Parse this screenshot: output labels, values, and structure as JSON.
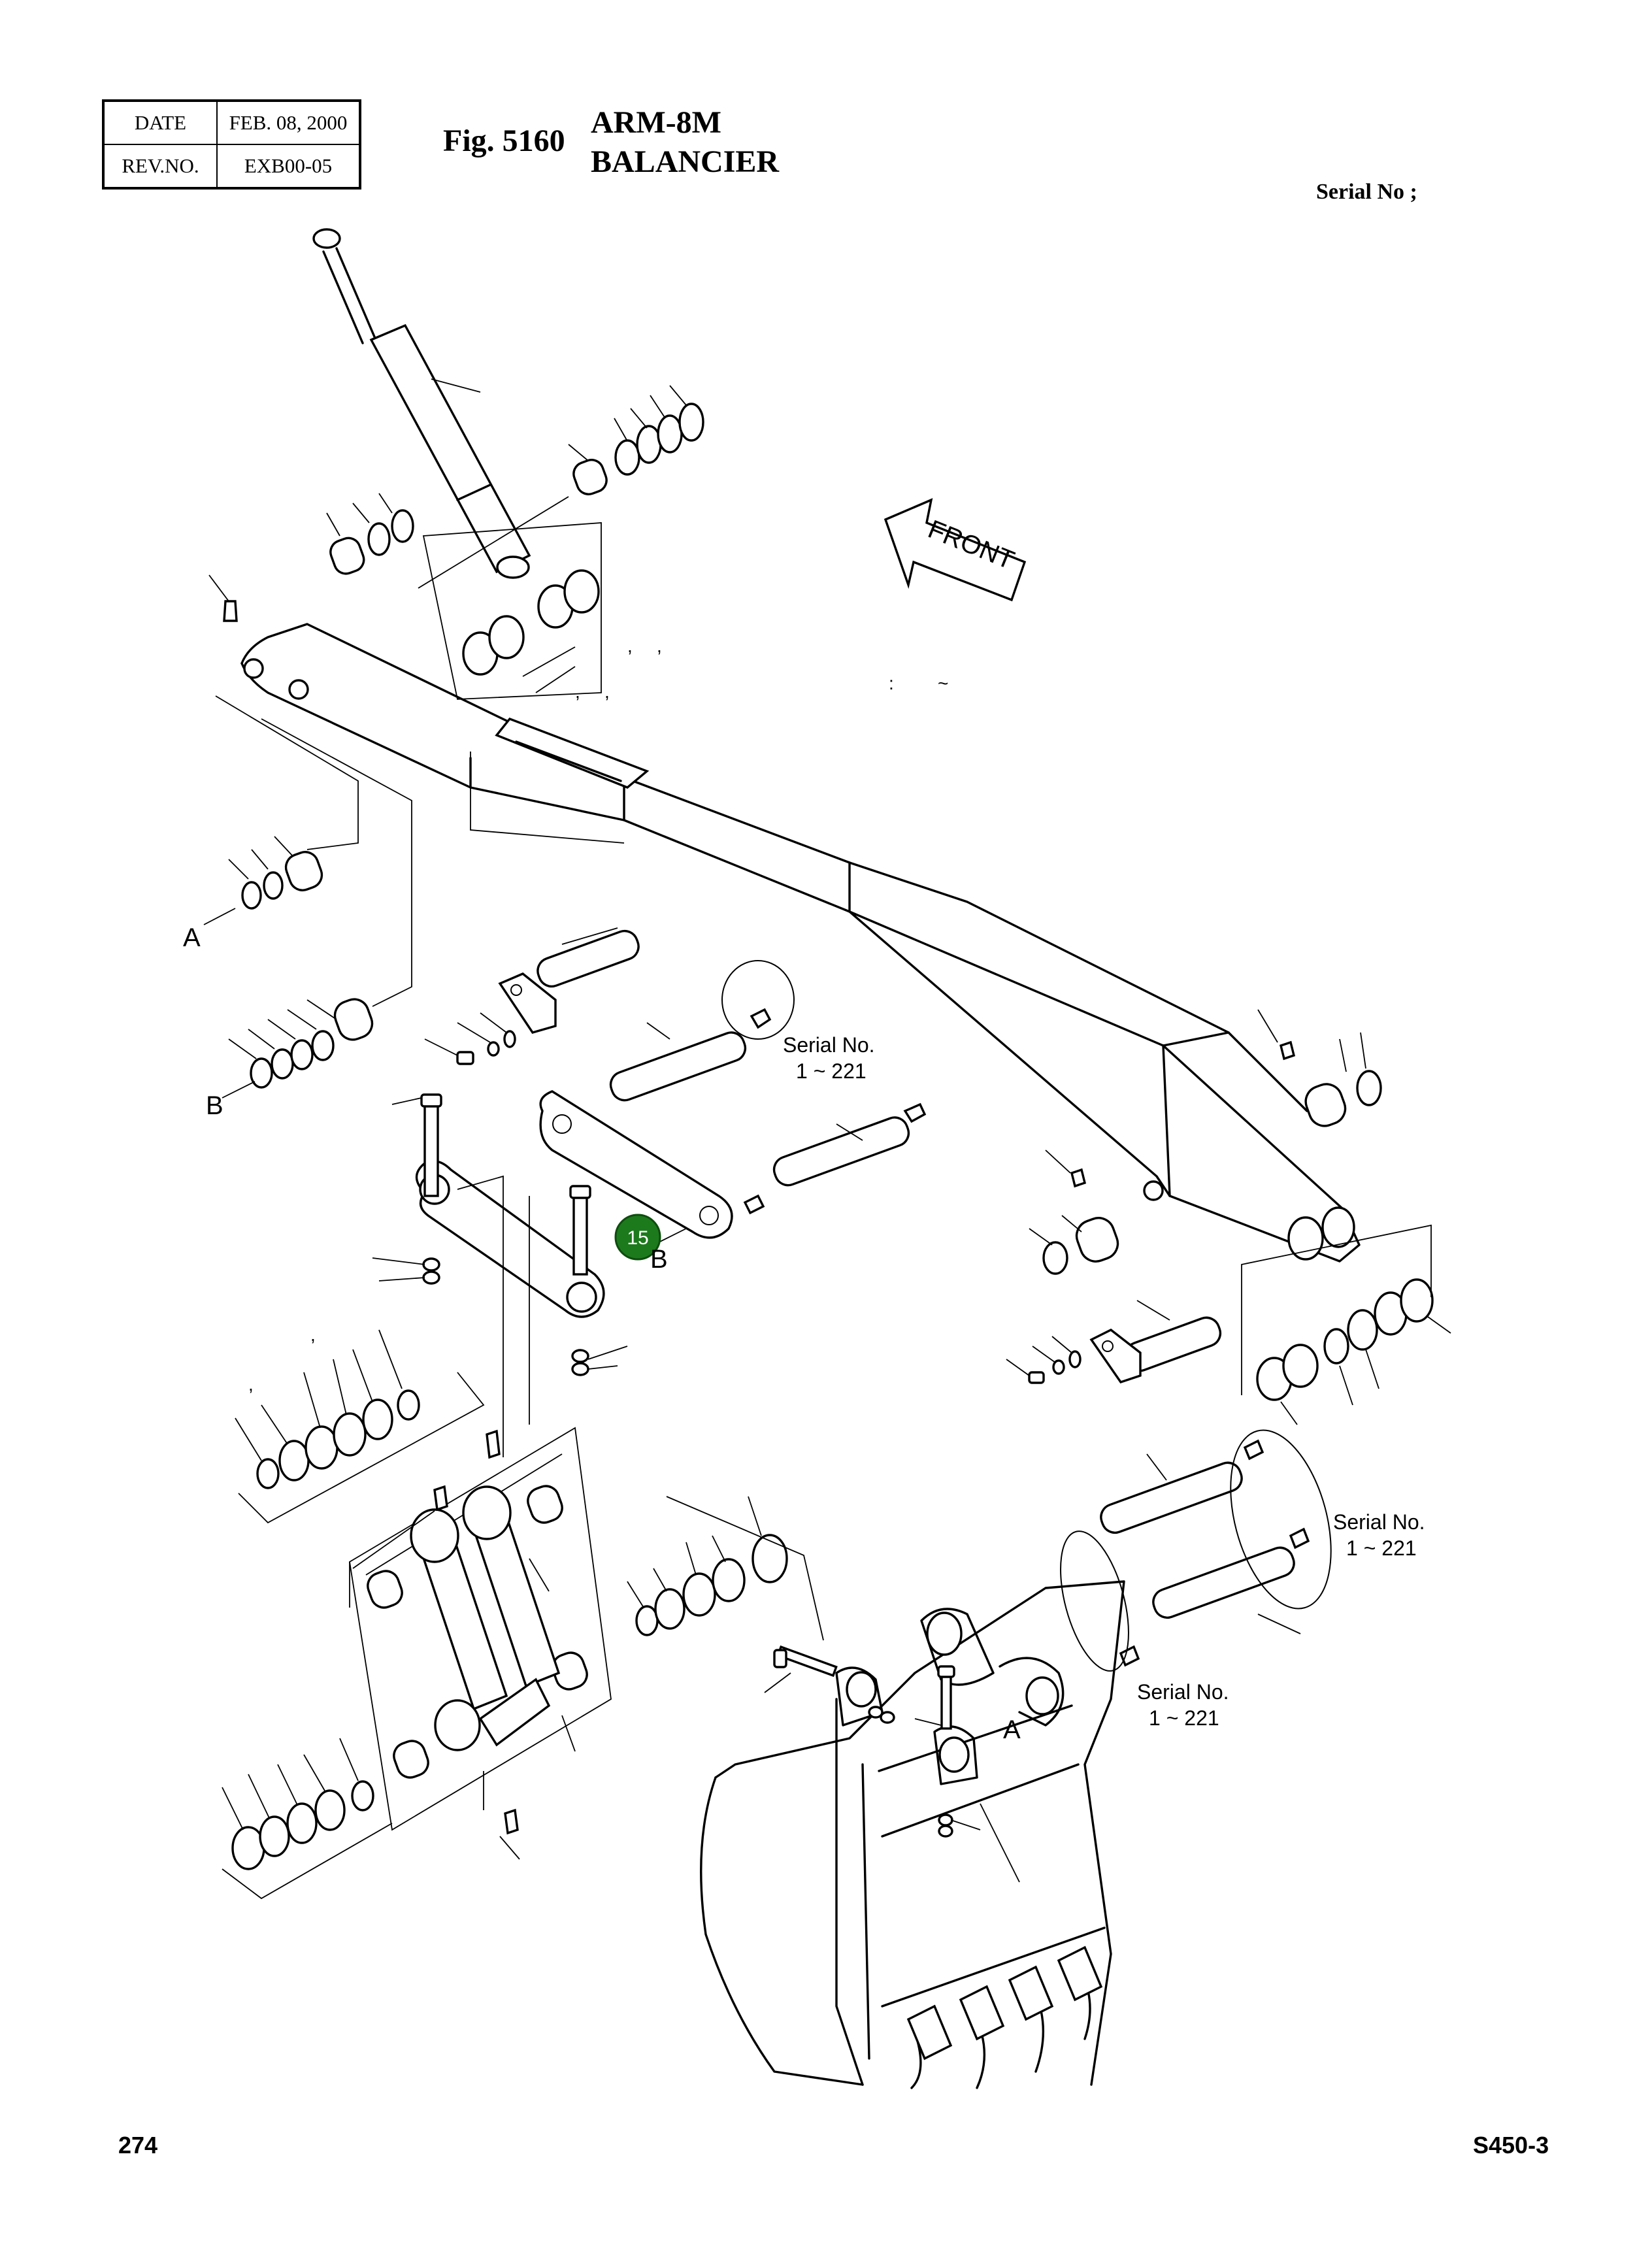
{
  "header": {
    "date_label": "DATE",
    "date_value": "FEB. 08, 2000",
    "rev_label": "REV.NO.",
    "rev_value": "EXB00-05",
    "fig_number": "Fig. 5160",
    "title_line1": "ARM-8M",
    "title_line2": "BALANCIER",
    "serial_heading": "Serial No ;"
  },
  "callouts": {
    "front_arrow": "FRONT",
    "label_a": "A",
    "label_b": "B",
    "serial_note_1": {
      "line1": "Serial No.",
      "line2": "1 ~ 221"
    },
    "serial_note_2": {
      "line1": "Serial No.",
      "line2": "1 ~ 221"
    },
    "serial_note_3": {
      "line1": "Serial No.",
      "line2": "1 ~ 221"
    },
    "comma": ",",
    "colon": ":",
    "tilde": "~"
  },
  "badge": {
    "number": "15",
    "color": "#1c7a1c"
  },
  "footer": {
    "page_number": "274",
    "model": "S450-3"
  }
}
